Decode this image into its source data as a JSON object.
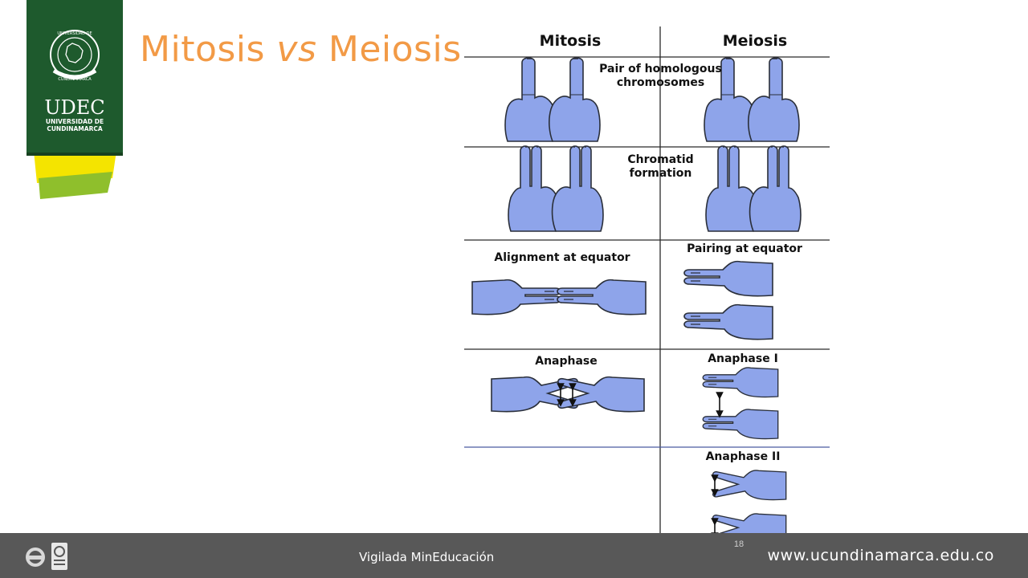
{
  "slide": {
    "title_part1": "Mitosis ",
    "title_italic": "vs",
    "title_part2": " Meiosis"
  },
  "logo": {
    "seal_text_top": "UNIVERSIDAD DE",
    "seal_text_bottom": "CUNDINAMARCA",
    "acronym": "UDEC",
    "name_line1": "UNIVERSIDAD DE",
    "name_line2": "CUNDINAMARCA",
    "colors": {
      "green": "#1e5a2d",
      "yellow": "#f4e400",
      "lime": "#8fbf2c"
    }
  },
  "diagram": {
    "columns": [
      "Mitosis",
      "Meiosis"
    ],
    "rows": [
      {
        "label": "Pair of homologous\nchromosomes",
        "span": "both"
      },
      {
        "label": "Chromatid\nformation",
        "span": "both"
      },
      {
        "mitosis_label": "Alignment at equator",
        "meiosis_label": "Pairing at equator"
      },
      {
        "mitosis_label": "Anaphase",
        "meiosis_label": "Anaphase I"
      },
      {
        "meiosis_label": "Anaphase II"
      }
    ],
    "hand_color": "#8ea4ea",
    "outline_color": "#2a2f3a"
  },
  "footer": {
    "page_number": "18",
    "vigilada": "Vigilada MinEducación",
    "website": "www.ucundinamarca.edu.co",
    "cert_icons": [
      "iqnet-certification-icon",
      "icontec-iso-certification-icon"
    ],
    "background": "#585858"
  }
}
